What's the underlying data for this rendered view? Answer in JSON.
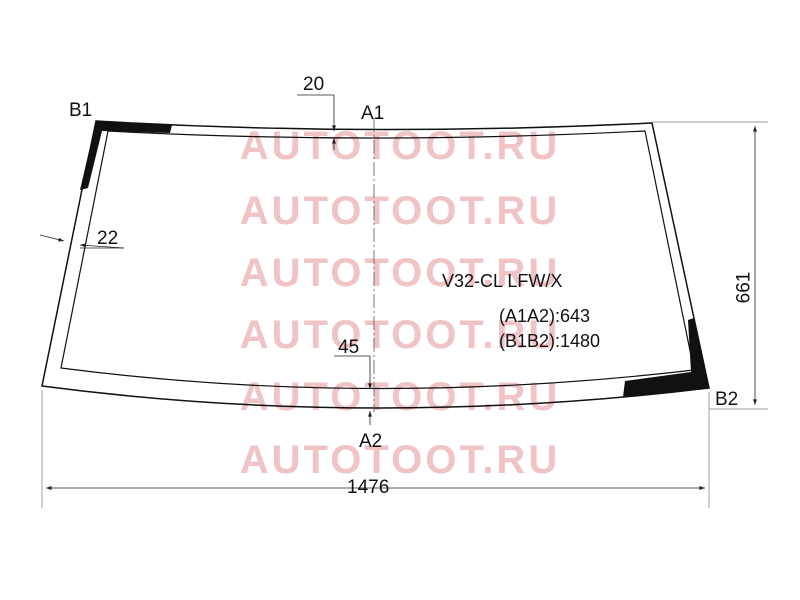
{
  "diagram": {
    "model_code": "V32-CL LFW/X",
    "spec_a1a2": "(A1A2):643",
    "spec_b1b2": "(B1B2):1480",
    "points": {
      "b1": "B1",
      "a1": "A1",
      "a2": "A2",
      "b2": "B2"
    },
    "dimensions": {
      "top_margin": "20",
      "side_margin": "22",
      "bottom_margin": "45",
      "height": "661",
      "width": "1476"
    }
  },
  "watermark": {
    "text": "AUTOTOOT.RU",
    "color": "#f0c4c4"
  }
}
